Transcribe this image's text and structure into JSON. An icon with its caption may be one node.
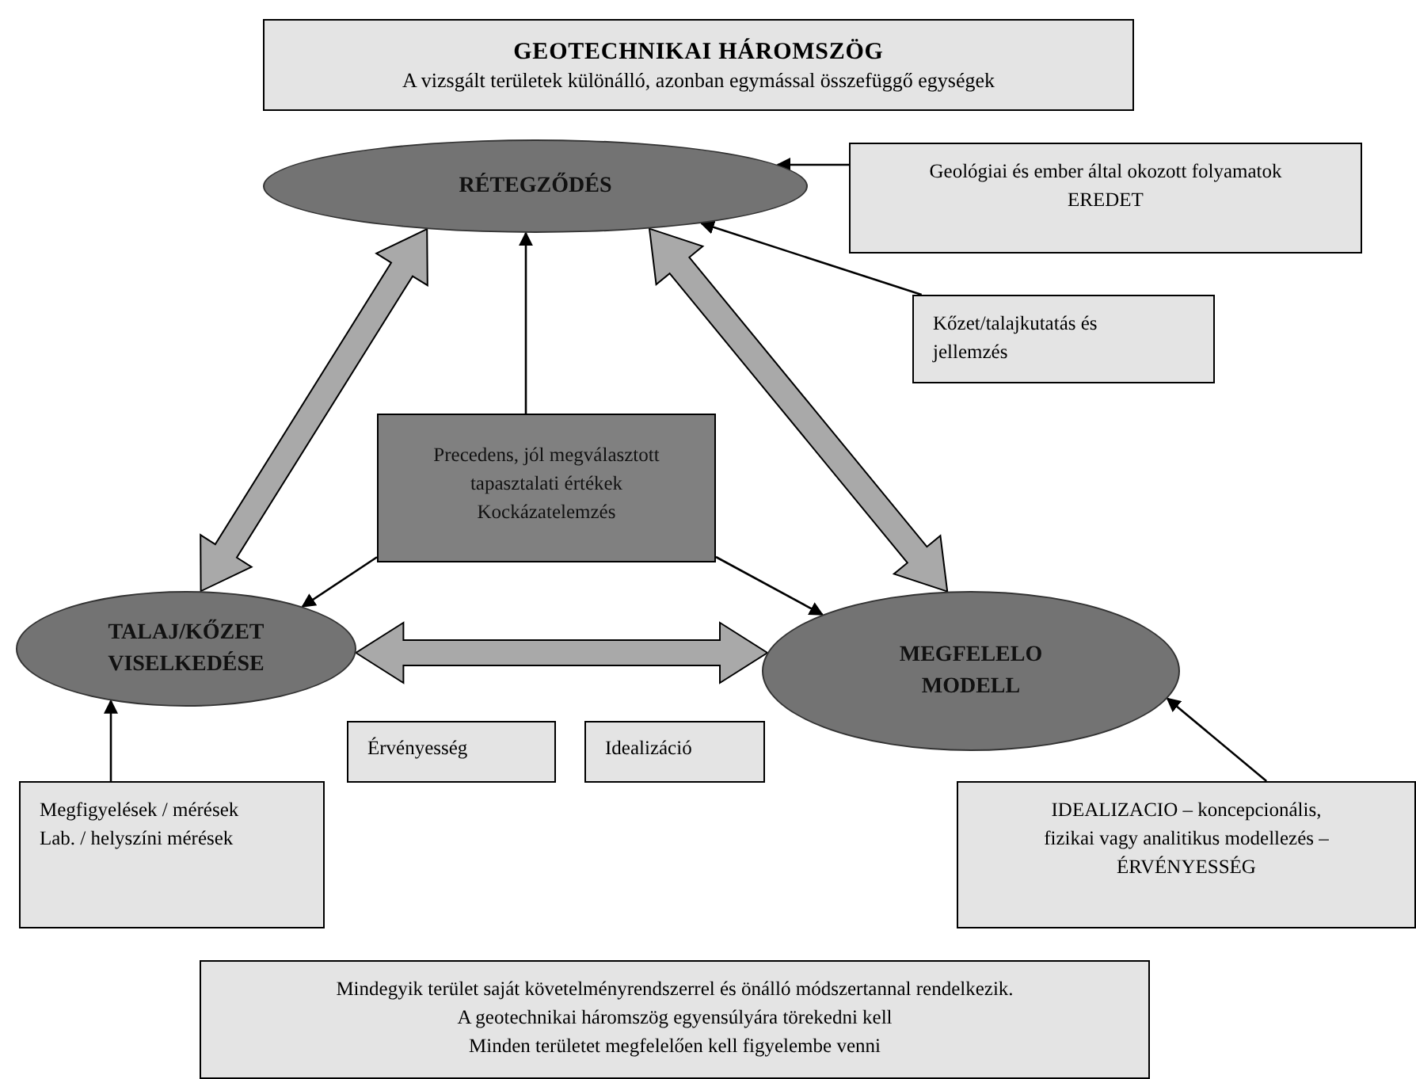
{
  "diagram": {
    "nodes": [
      {
        "text": [
          "GEOTECHNIKAI HÁROMSZÖG",
          "A vizsgált területek különálló, azonban egymással összefüggő egységek"
        ]
      },
      {
        "text": [
          "RÉTEGZŐDÉS"
        ]
      },
      {
        "text": [
          "Geológiai és ember által okozott folyamatok",
          "EREDET"
        ]
      },
      {
        "text": [
          "Kőzet/talajkutatás és jellemzés"
        ]
      },
      {
        "text": [
          "Precedens, jól megválasztott tapasztalati értékek",
          "Kockázatelemzés"
        ]
      },
      {
        "text": [
          "TALAJ/KŐZET VISELKEDÉSE"
        ]
      },
      {
        "text": [
          "MEGFELELO MODELL"
        ]
      },
      {
        "text": [
          "Érvényesség"
        ]
      },
      {
        "text": [
          "Idealizáció"
        ]
      },
      {
        "text": [
          "Megfigyelések / mérések",
          "Lab. / helyszíni mérések"
        ]
      },
      {
        "text": [
          "IDEALIZACIO – koncepcionális, fizikai vagy analitikus modellezés – ÉRVÉNYESSÉG"
        ]
      },
      {
        "text": [
          "Mindegyik terület saját követelményrendszerrel és önálló módszertannal rendelkezik.",
          "A geotechnikai háromszög egyensúlyára törekedni kell",
          "Minden területet megfelelően kell figyelembe venni"
        ]
      }
    ],
    "edges": [
      {
        "from": 5,
        "to": 1,
        "arrow": "both",
        "style": "thick"
      },
      {
        "from": 1,
        "to": 6,
        "arrow": "both",
        "style": "thick"
      },
      {
        "from": 5,
        "to": 6,
        "arrow": "both",
        "style": "thick"
      },
      {
        "from": 2,
        "to": 1,
        "arrow": "to"
      },
      {
        "from": 3,
        "to": 1,
        "arrow": "to"
      },
      {
        "from": 4,
        "to": 1,
        "arrow": "to"
      },
      {
        "from": 4,
        "to": 5,
        "arrow": "to"
      },
      {
        "from": 4,
        "to": 6,
        "arrow": "to"
      },
      {
        "from": 9,
        "to": 5,
        "arrow": "to"
      },
      {
        "from": 10,
        "to": 6,
        "arrow": "to"
      }
    ]
  }
}
